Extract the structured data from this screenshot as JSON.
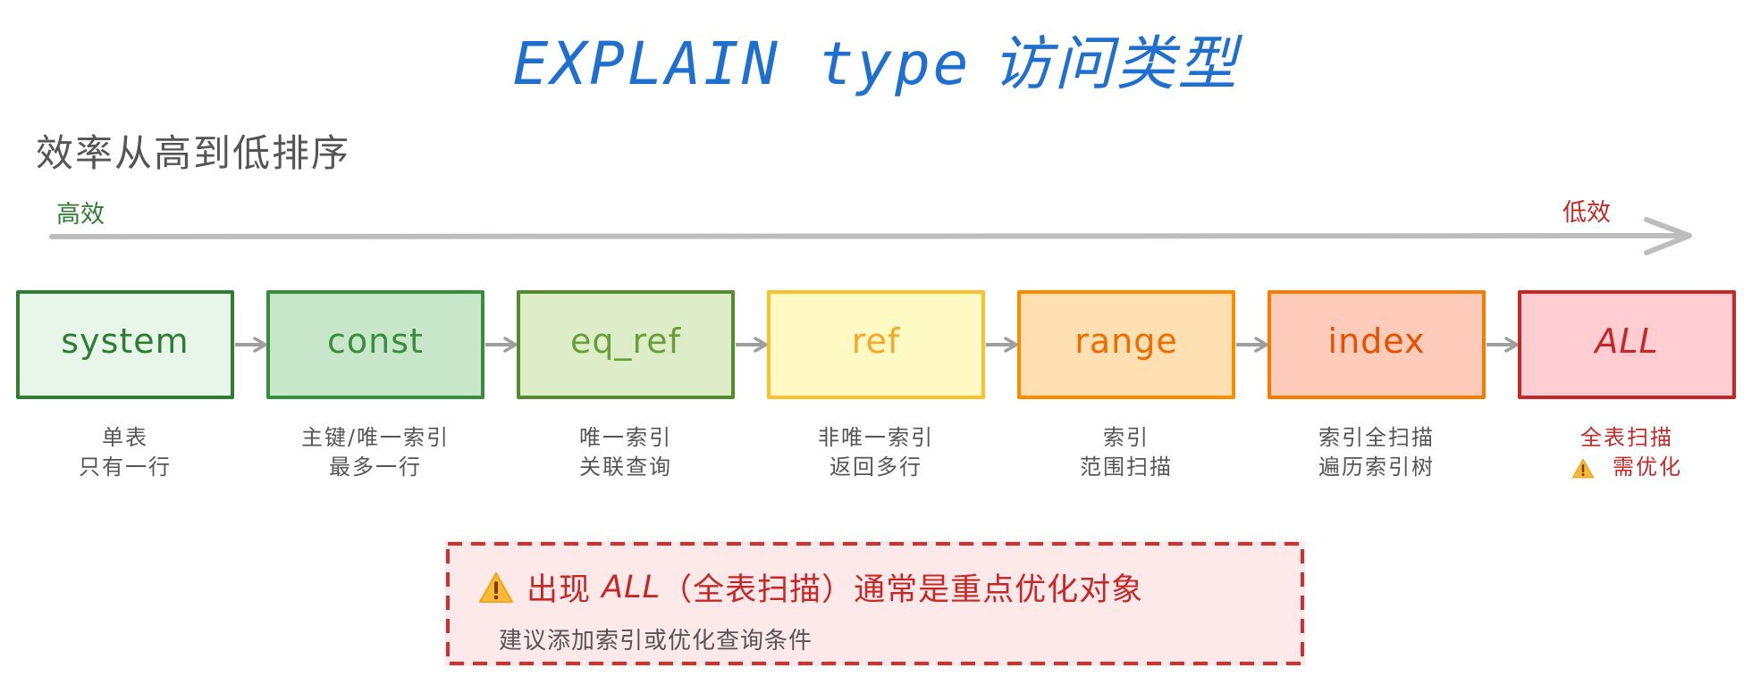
{
  "header": {
    "title_en": "EXPLAIN type",
    "title_zh": "访问类型",
    "subtitle": "效率从高到低排序"
  },
  "axis": {
    "high_label": "高效",
    "low_label": "低效",
    "high_color": "#2e7d32",
    "low_color": "#c62828"
  },
  "types": [
    {
      "name": "system",
      "desc": [
        "单表",
        "只有一行"
      ],
      "text_color": "#2e7d32",
      "border": "#2e7d32",
      "fill": "#e8f5e9"
    },
    {
      "name": "const",
      "desc": [
        "主键/唯一索引",
        "最多一行"
      ],
      "text_color": "#388e3c",
      "border": "#388e3c",
      "fill": "#c8e6c9"
    },
    {
      "name": "eq_ref",
      "desc": [
        "唯一索引",
        "关联查询"
      ],
      "text_color": "#689f38",
      "border": "#558b2f",
      "fill": "#dcedc8"
    },
    {
      "name": "ref",
      "desc": [
        "非唯一索引",
        "返回多行"
      ],
      "text_color": "#f9a825",
      "border": "#fbc02d",
      "fill": "#fff9c4"
    },
    {
      "name": "range",
      "desc": [
        "索引",
        "范围扫描"
      ],
      "text_color": "#ef6c00",
      "border": "#fb8c00",
      "fill": "#ffe0b2"
    },
    {
      "name": "index",
      "desc": [
        "索引全扫描",
        "遍历索引树"
      ],
      "text_color": "#e65100",
      "border": "#f57c00",
      "fill": "#ffccbc"
    },
    {
      "name": "ALL",
      "desc": [
        "全表扫描",
        "需优化"
      ],
      "text_color": "#c62828",
      "border": "#c62828",
      "fill": "#ffcdd2",
      "warning": true
    }
  ],
  "callout": {
    "icon": "warning-icon",
    "headline_pre": "出现",
    "headline_em": "ALL",
    "headline_post": "（全表扫描）通常是重点优化对象",
    "subtext": "建议添加索引或优化查询条件",
    "border_color": "#d32f2f",
    "fill": "#fde8ea"
  }
}
